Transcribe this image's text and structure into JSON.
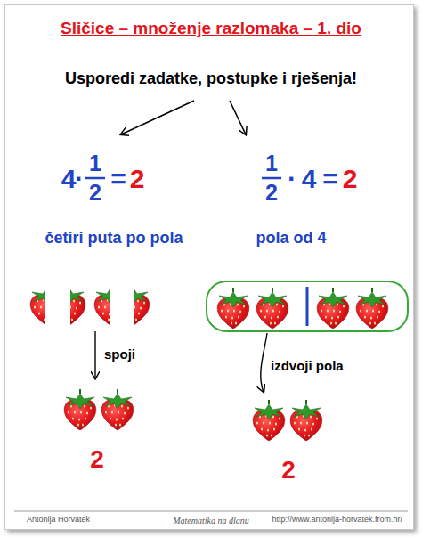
{
  "diagram": {
    "title": "Sličice – množenje razlomaka – 1. dio",
    "labels": [
      "Usporedi zadatke, postupke i rješenja!",
      "4",
      "·",
      "1",
      "2",
      "=",
      "2",
      "1",
      "2",
      "·",
      "4",
      "=",
      "2",
      "četiri puta po pola",
      "pola od 4",
      "spoji",
      "izdvoji pola",
      "2",
      "2",
      "Antonija Horvatek",
      "Matematika na dlanu",
      "http://www.antonija-horvatek.from.hr/"
    ]
  }
}
